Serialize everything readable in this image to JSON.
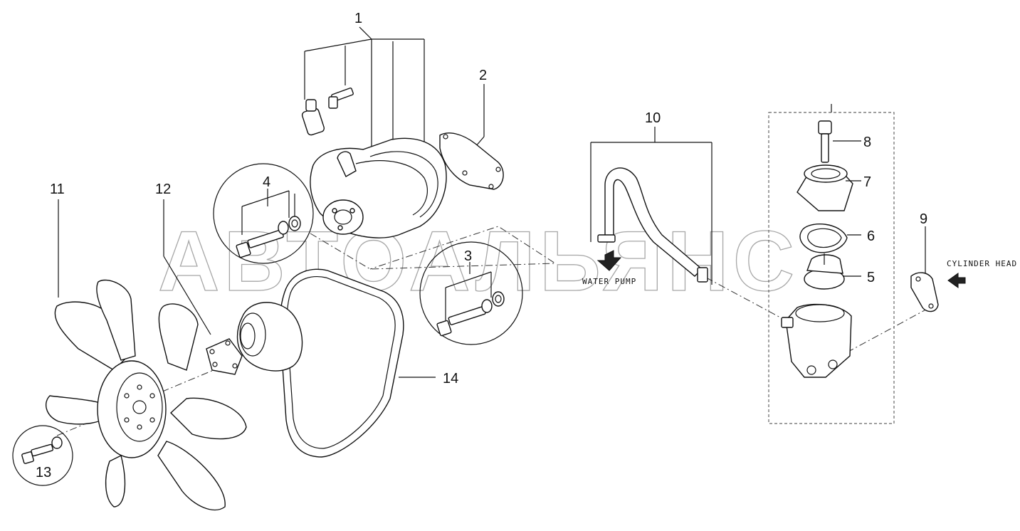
{
  "diagram": {
    "watermark": "АВТОАЛЬЯНС",
    "callouts": [
      "1",
      "2",
      "3",
      "4",
      "5",
      "6",
      "7",
      "8",
      "9",
      "10",
      "11",
      "12",
      "13",
      "14"
    ],
    "tags": {
      "water_pump": "WATER PUMP",
      "cylinder_head": "CYLINDER HEAD"
    }
  }
}
